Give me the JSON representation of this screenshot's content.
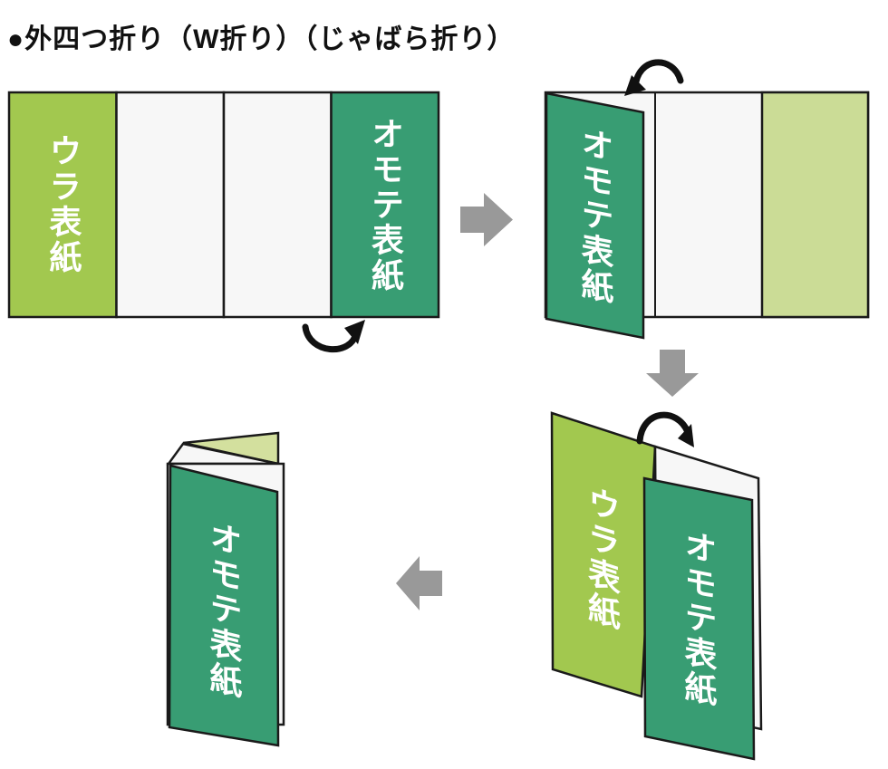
{
  "title": "●外四つ折り（W折り）（じゃばら折り）",
  "labels": {
    "front_cover": "オモテ表紙",
    "back_cover": "ウラ表紙"
  },
  "colors": {
    "brightGreen": "#A2C84F",
    "darkGreen": "#389D73",
    "mutedGreen": "#CBDC96",
    "paleGreen": "#D3E09E",
    "sheetWhite": "#F7F7F7",
    "outline": "#1A1A1A",
    "arrowGray": "#999999",
    "foldArrowBlack": "#111111"
  },
  "stages": {
    "stage1": "unfolded sheet, 4 panels",
    "stage2": "first fold of front cover panel",
    "stage3": "second fold, covers facing out",
    "stage4": "finished W (accordion) fold"
  }
}
